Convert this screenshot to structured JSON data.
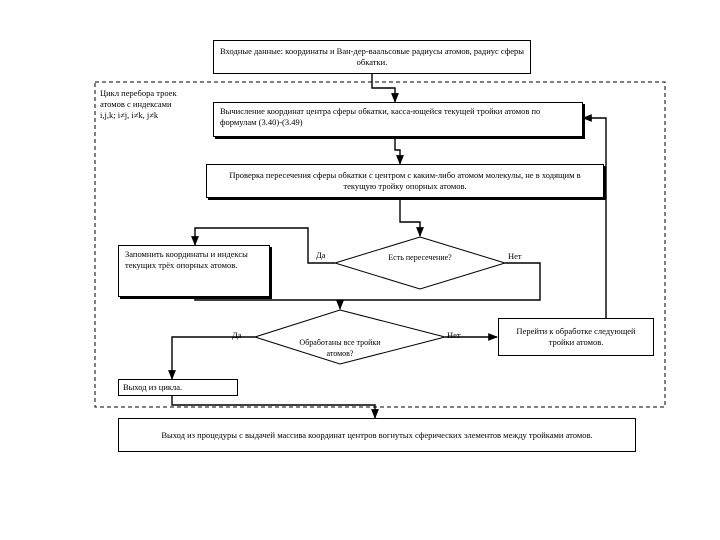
{
  "input_box": "Входные данные: координаты и Ван-дер-ваальсовые радиусы атомов, радиус сферы обкатки.",
  "loop_label": "Цикл перебора троек атомов с индексами i,j,k; i≠j, i≠k, j≠k",
  "compute_box": "Вычисление координат центра сферы обкатки, касса-ющейся текущей тройки атомов по формулам (3.40)-(3.49)",
  "check_box": "Проверка пересечения сферы обкатки с центром с каким-либо атомом молекулы, не в ходящим в текущую тройку опорных атомов.",
  "intersect_decision": "Есть пересечение?",
  "remember_box": "Запомнить координаты и индексы текущих трёх опорных атомов.",
  "all_done_decision": "Обработаны все тройки атомов?",
  "next_triple_box": "Перейти к обработке следующей тройки атомов.",
  "loop_exit_box": "Выход из цикла.",
  "output_box": "Выход из процедуры с выдачей массива координат центров вогнутых сферических элементов между тройками атомов.",
  "labels": {
    "yes_1": "Да",
    "no_1": "Нет",
    "yes_2": "Да",
    "no_2": "Нет"
  }
}
